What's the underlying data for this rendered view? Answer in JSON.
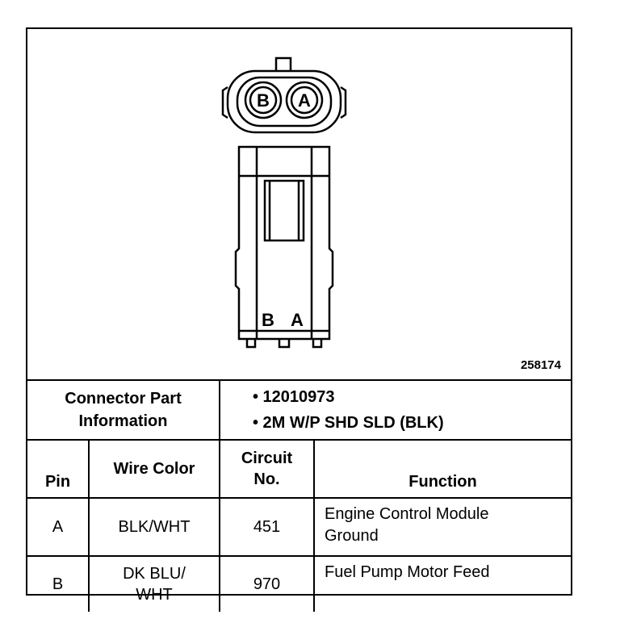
{
  "diagram": {
    "figure_number": "258174",
    "face_pins": [
      "B",
      "A"
    ],
    "side_pins": [
      "B",
      "A"
    ]
  },
  "part_info": {
    "label_line1": "Connector Part",
    "label_line2": "Information",
    "items": [
      "• 12010973",
      "• 2M W/P SHD SLD (BLK)"
    ]
  },
  "table": {
    "headers": {
      "pin": "Pin",
      "wire_color": "Wire Color",
      "circuit_line1": "Circuit",
      "circuit_line2": "No.",
      "function": "Function"
    },
    "rows": [
      {
        "pin": "A",
        "wire_color_line1": "BLK/WHT",
        "wire_color_line2": "",
        "circuit": "451",
        "function_line1": "Engine Control Module",
        "function_line2": "Ground"
      },
      {
        "pin": "B",
        "wire_color_line1": "DK BLU/",
        "wire_color_line2": "WHT",
        "circuit": "970",
        "function_line1": "Fuel Pump Motor Feed",
        "function_line2": ""
      }
    ]
  }
}
